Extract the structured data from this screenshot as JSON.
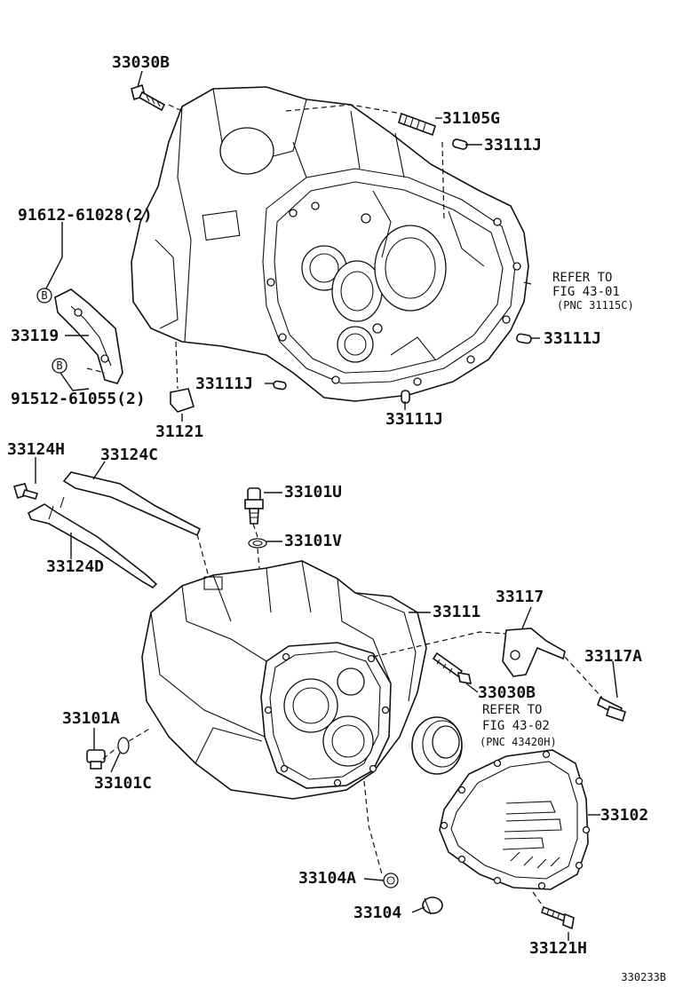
{
  "diagram": {
    "labels": {
      "p33030B_top": "33030B",
      "p31105G": "31105G",
      "p33111J_a": "33111J",
      "p91612": "91612-61028(2)",
      "p33119": "33119",
      "p91512": "91512-61055(2)",
      "p33111J_b": "33111J",
      "p31121": "31121",
      "p33111J_c": "33111J",
      "p33111J_d": "33111J",
      "p33124H": "33124H",
      "p33124C": "33124C",
      "p33124D": "33124D",
      "p33101U": "33101U",
      "p33101V": "33101V",
      "p33111": "33111",
      "p33117": "33117",
      "p33117A": "33117A",
      "p33030B_mid": "33030B",
      "p33101A": "33101A",
      "p33101C": "33101C",
      "p33102": "33102",
      "p33104A": "33104A",
      "p33104": "33104",
      "p33121H": "33121H"
    },
    "notes": {
      "ref1_line1": "REFER TO",
      "ref1_line2": "FIG 43-01",
      "ref1_line3": "(PNC 31115C)",
      "ref2_line1": "REFER TO",
      "ref2_line2": "FIG 43-02",
      "ref2_line3": "(PNC 43420H)"
    },
    "markers": {
      "b1": "B",
      "b2": "B"
    },
    "figure_code": "330233B"
  }
}
